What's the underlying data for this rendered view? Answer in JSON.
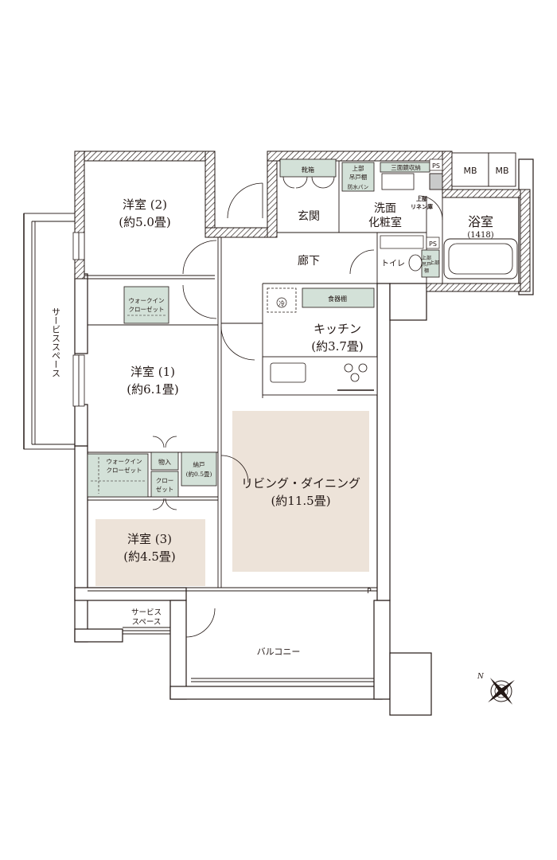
{
  "rooms": {
    "bedroom2": {
      "name": "洋室 (2)",
      "size": "(約5.0畳)"
    },
    "bedroom1": {
      "name": "洋室 (1)",
      "size": "(約6.1畳)"
    },
    "bedroom3": {
      "name": "洋室 (3)",
      "size": "(約4.5畳)"
    },
    "kitchen": {
      "name": "キッチン",
      "size": "(約3.7畳)"
    },
    "living": {
      "name": "リビング・ダイニング",
      "size": "(約11.5畳)"
    },
    "entrance": {
      "name": "玄関"
    },
    "corridor": {
      "name": "廊下"
    },
    "washroom": {
      "name_line1": "洗面",
      "name_line2": "化粧室"
    },
    "bath": {
      "name": "浴室",
      "size": "(1418)"
    },
    "toilet": {
      "name": "トイレ"
    },
    "balcony": {
      "name": "バルコニー"
    }
  },
  "storage": {
    "wic_bedroom2": {
      "line1": "ウォークイン",
      "line2": "クローゼット"
    },
    "wic_bedroom1": {
      "line1": "ウォークイン",
      "line2": "クローゼット"
    },
    "closet_bedroom3": {
      "line1": "クロー",
      "line2": "ゼット"
    },
    "monoire": "物入",
    "nando": {
      "line1": "納戸",
      "line2": "(約0.5畳)"
    },
    "shoe_cabinet": "靴箱",
    "upper_cabinet": {
      "line1": "上部",
      "line2": "吊戸棚"
    },
    "bousui_pan": "防水パン",
    "mirror_storage": "三面鏡収納",
    "linen": {
      "line1": "上部",
      "line2": "リネン庫"
    },
    "pantry": "食器棚",
    "toilet_upper_left": {
      "line1": "上部",
      "line2": "吊戸",
      "line3": "棚"
    },
    "toilet_upper_right": "上部"
  },
  "service_space_left": "サービススペース",
  "service_space_bottom": {
    "line1": "サービス",
    "line2": "スペース"
  },
  "symbols": {
    "ps": "PS",
    "mb": "MB",
    "p": "P",
    "refrigerator": "冷",
    "north": "N"
  }
}
